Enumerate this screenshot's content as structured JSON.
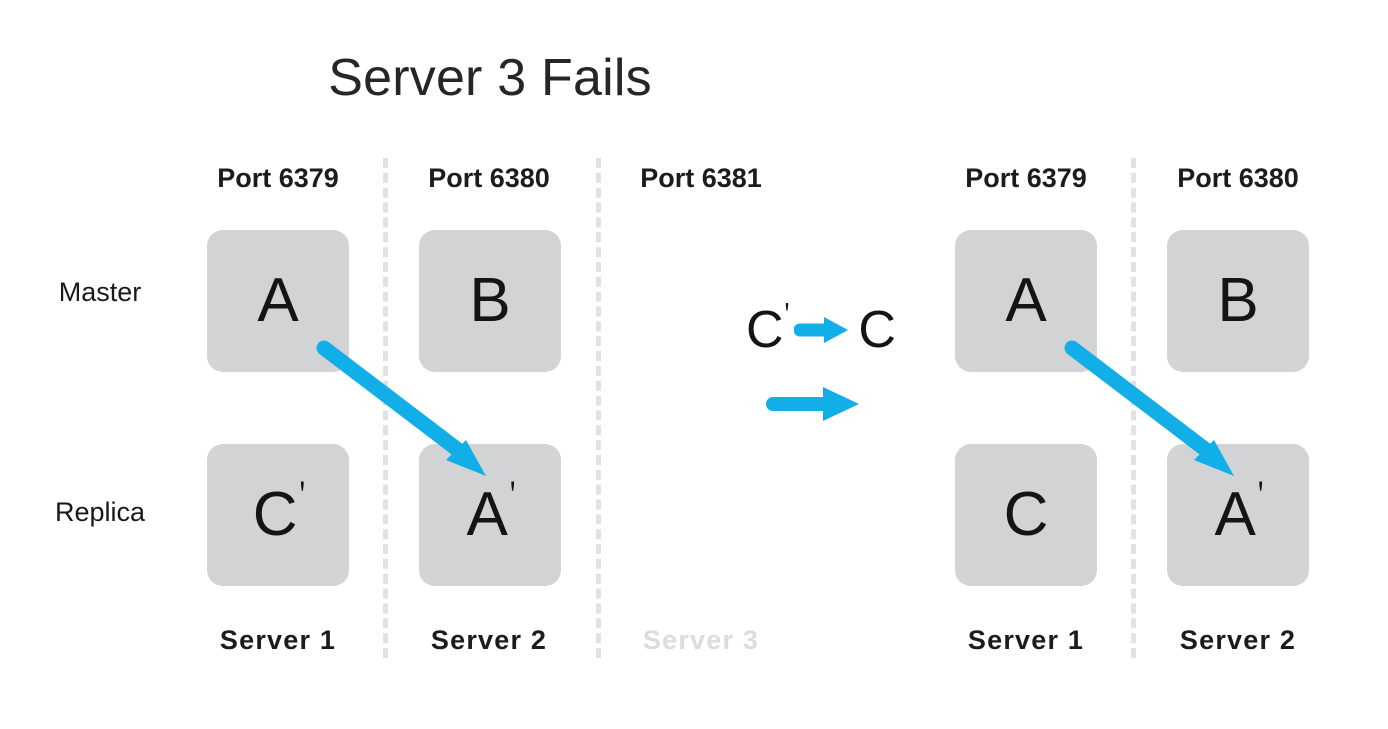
{
  "title": "Server 3 Fails",
  "accent_color": "#12AEE8",
  "box_color": "#D2D3D5",
  "dim_color": "#DCDCDC",
  "rows": {
    "master_label": "Master",
    "replica_label": "Replica"
  },
  "left_cluster": {
    "columns": [
      {
        "port": "Port 6379",
        "server": "Server 1",
        "failed": false,
        "master": {
          "letter": "A",
          "prime": ""
        },
        "replica": {
          "letter": "C",
          "prime": "ꞌ"
        }
      },
      {
        "port": "Port 6380",
        "server": "Server 2",
        "failed": false,
        "master": {
          "letter": "B",
          "prime": ""
        },
        "replica": {
          "letter": "A",
          "prime": "ꞌ"
        }
      },
      {
        "port": "Port 6381",
        "server": "Server 3",
        "failed": true,
        "master": null,
        "replica": null
      }
    ]
  },
  "right_cluster": {
    "columns": [
      {
        "port": "Port 6379",
        "server": "Server 1",
        "failed": false,
        "master": {
          "letter": "A",
          "prime": ""
        },
        "replica": {
          "letter": "C",
          "prime": ""
        }
      },
      {
        "port": "Port 6380",
        "server": "Server 2",
        "failed": false,
        "master": {
          "letter": "B",
          "prime": ""
        },
        "replica": {
          "letter": "A",
          "prime": "ꞌ"
        }
      }
    ]
  },
  "promotion": {
    "from_letter": "C",
    "from_prime": "ꞌ",
    "to_letter": "C",
    "to_prime": "",
    "arrow": "arrow-right-icon"
  },
  "transition": {
    "arrow": "arrow-right-icon"
  },
  "replication_arrows": [
    {
      "name": "replication-arrow-left",
      "from": "A",
      "to": "Aꞌ"
    },
    {
      "name": "replication-arrow-right",
      "from": "A",
      "to": "Aꞌ"
    }
  ]
}
